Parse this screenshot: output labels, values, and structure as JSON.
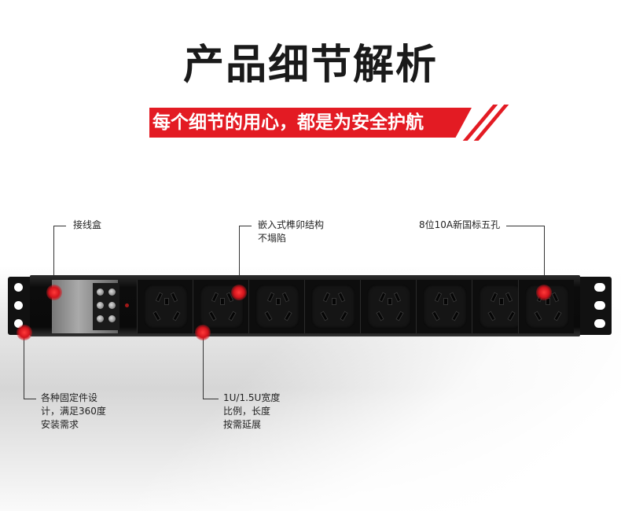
{
  "header": {
    "title": "产品细节解析",
    "subtitle": "每个细节的用心，都是为安全护航"
  },
  "callouts": {
    "junction_box": "接线盒",
    "mortise_line1": "嵌入式榫卯结构",
    "mortise_line2": "不塌陷",
    "sockets": "8位10A新国标五孔",
    "mount_line1": "各种固定件设",
    "mount_line2": "计，满足360度",
    "mount_line3": "安装需求",
    "width_line1": "1U/1.5U宽度",
    "width_line2": "比例，长度",
    "width_line3": "按需延展"
  },
  "colors": {
    "accent": "#e31b23",
    "product_body": "#0a0a0a"
  },
  "product": {
    "socket_count": 8
  }
}
